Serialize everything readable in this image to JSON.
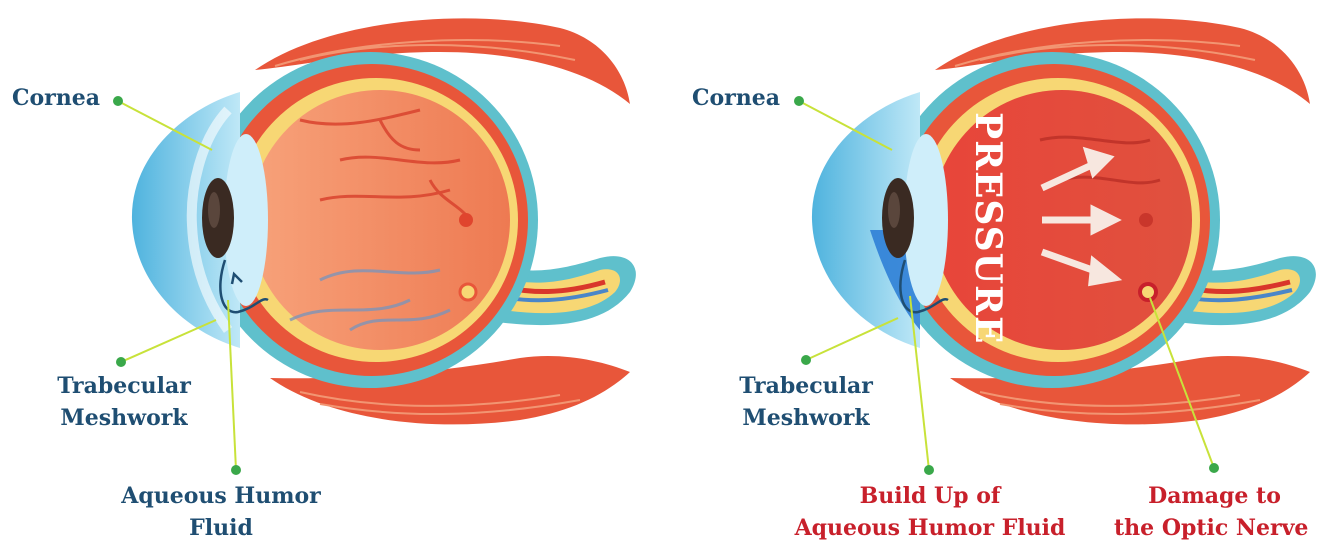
{
  "left_eye": {
    "cornea_label": "Cornea",
    "trabecular_label_line1": "Trabecular",
    "trabecular_label_line2": "Meshwork",
    "aqueous_label_line1": "Aqueous Humor",
    "aqueous_label_line2": "Fluid"
  },
  "right_eye": {
    "cornea_label": "Cornea",
    "trabecular_label_line1": "Trabecular",
    "trabecular_label_line2": "Meshwork",
    "pressure_text": "PRESSURE",
    "buildup_label_line1": "Build Up of",
    "buildup_label_line2": "Aqueous Humor Fluid",
    "damage_label_line1": "Damage to",
    "damage_label_line2": "the Optic Nerve"
  },
  "colors": {
    "label_dark": "#1f4e72",
    "label_red": "#c8202b",
    "leader_line": "#c8e23a",
    "dot": "#3aa84a",
    "muscle": "#e8563a",
    "sclera_outer": "#5fc0cc",
    "retina_yellow": "#f7d774",
    "eye_interior": "#f08a5d",
    "eye_interior_pressure": "#e84b3c",
    "cornea": "#7cc6e8",
    "iris": "#2d1f1a",
    "fluid_buildup": "#2f7fd6"
  }
}
